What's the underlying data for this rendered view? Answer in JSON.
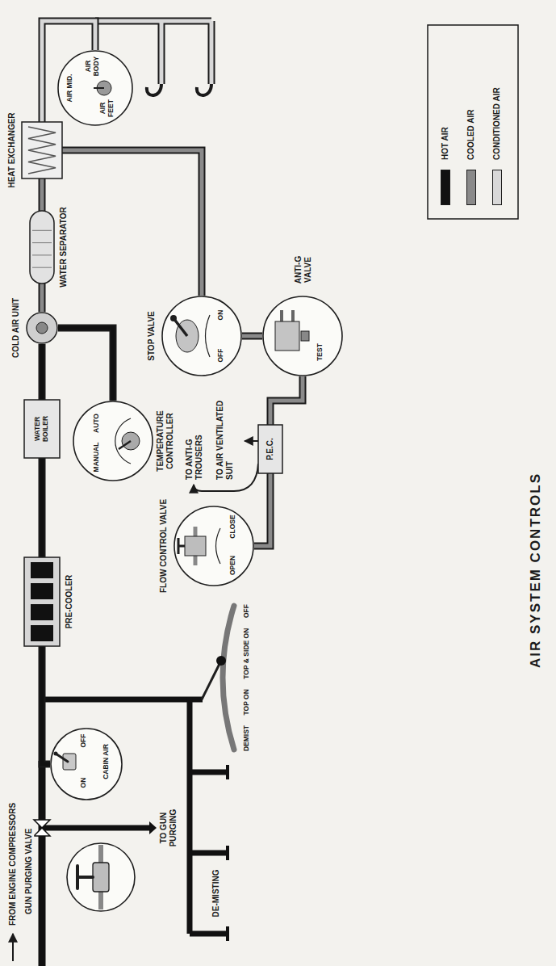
{
  "diagram": {
    "title": "AIR SYSTEM CONTROLS",
    "nodes": [
      {
        "text": [
          "ON",
          "CABIN AIR",
          "OFF"
        ]
      },
      {
        "text": [
          "PRE-COOLER"
        ]
      },
      {
        "text": [
          "WATER BOILER"
        ]
      },
      {
        "text": [
          "TEMPERATURE CONTROLLER",
          "MANUAL",
          "AUTO"
        ]
      },
      {
        "text": [
          "COLD AIR UNIT"
        ]
      },
      {
        "text": [
          "WATER SEPARATOR"
        ]
      },
      {
        "text": [
          "HEAT EXCHANGER"
        ]
      },
      {
        "text": [
          "AIR MID.",
          "AIR BODY",
          "AIR FEET"
        ]
      },
      {
        "text": [
          "STOP VALVE",
          "ON",
          "OFF"
        ]
      },
      {
        "text": [
          "ANTI-G VALVE",
          "TEST"
        ]
      },
      {
        "text": [
          "P.E.C."
        ]
      },
      {
        "text": [
          "FLOW CONTROL VALVE",
          "OPEN",
          "CLOSE"
        ]
      },
      {
        "text": [
          "DEMIST",
          "TOP ON",
          "TOP & SIDE ON",
          "OFF"
        ]
      }
    ],
    "edges": [
      {
        "from": 0,
        "to": 1,
        "arrow": "none"
      },
      {
        "from": 1,
        "to": 2,
        "arrow": "none"
      },
      {
        "from": 2,
        "to": 4,
        "arrow": "none"
      },
      {
        "from": 3,
        "to": 4,
        "arrow": "none"
      },
      {
        "from": 4,
        "to": 5,
        "arrow": "none"
      },
      {
        "from": 5,
        "to": 6,
        "arrow": "none"
      },
      {
        "from": 6,
        "to": 7,
        "arrow": "none"
      },
      {
        "from": 6,
        "to": 8,
        "arrow": "none"
      },
      {
        "from": 8,
        "to": 9,
        "arrow": "none"
      },
      {
        "from": 9,
        "to": 10,
        "arrow": "none"
      },
      {
        "from": 10,
        "to": 11,
        "arrow": "none"
      }
    ],
    "labels": [
      "FROM ENGINE COMPRESSORS",
      "GUN PURGING VALVE",
      "TO GUN PURGING",
      "DE-MISTING",
      "TO ANTI-G TROUSERS",
      "TO AIR VENTILATED SUIT"
    ],
    "legend": [
      {
        "text": "HOT AIR",
        "color": "#111111"
      },
      {
        "text": "COOLED AIR",
        "color": "#8a8a8a"
      },
      {
        "text": "CONDITIONED AIR",
        "color": "#d8d8d8"
      }
    ]
  }
}
